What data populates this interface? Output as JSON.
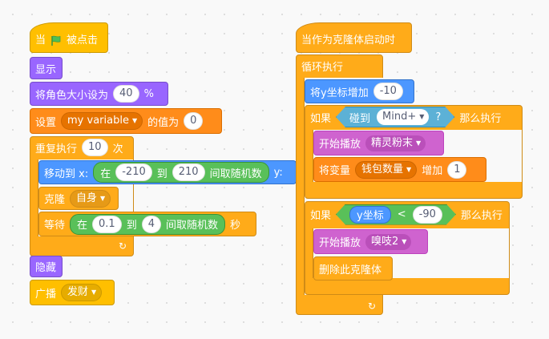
{
  "stack1": {
    "hat_when": "当",
    "hat_clicked": "被点击",
    "show": "显示",
    "size_label": "将角色大小设为",
    "size_value": "40",
    "size_unit": "%",
    "set_label": "设置",
    "set_var": "my variable",
    "set_to": "的值为",
    "set_value": "0",
    "repeat_label": "重复执行",
    "repeat_count": "10",
    "repeat_unit": "次",
    "goto_label": "移动到 x:",
    "goto_x_pick": "在",
    "goto_x_min": "-210",
    "goto_x_to": "到",
    "goto_x_max": "210",
    "goto_x_rand": "间取随机数",
    "goto_y_label": "y:",
    "clone_label": "克隆",
    "clone_target": "自身",
    "wait_label": "等待",
    "wait_pick": "在",
    "wait_min": "0.1",
    "wait_to": "到",
    "wait_max": "4",
    "wait_rand": "间取随机数",
    "wait_unit": "秒",
    "hide": "隐藏",
    "broadcast_label": "广播",
    "broadcast_msg": "发财"
  },
  "stack2": {
    "hat": "当作为克隆体启动时",
    "forever": "循环执行",
    "changey_label": "将y坐标增加",
    "changey_value": "-10",
    "if1_label": "如果",
    "touch_label": "碰到",
    "touch_target": "Mind+",
    "touch_q": "?",
    "if1_then": "那么执行",
    "play1_label": "开始播放",
    "play1_sound": "精灵粉末",
    "change_var_label": "将变量",
    "change_var_name": "钱包数量",
    "change_var_by": "增加",
    "change_var_value": "1",
    "if2_label": "如果",
    "ypos": "y坐标",
    "lt": "<",
    "lt_value": "-90",
    "if2_then": "那么执行",
    "play2_label": "开始播放",
    "play2_sound": "嗅吱2",
    "delete_clone": "删除此克隆体"
  },
  "colors": {
    "events": "#FFBF00",
    "looks": "#9966FF",
    "variables": "#FF8C1A",
    "control": "#FFAB19",
    "motion": "#4C97FF",
    "operators": "#59C059",
    "sensing": "#5CB1D6",
    "sound": "#CF63CF",
    "flag": "#4CBF56"
  }
}
